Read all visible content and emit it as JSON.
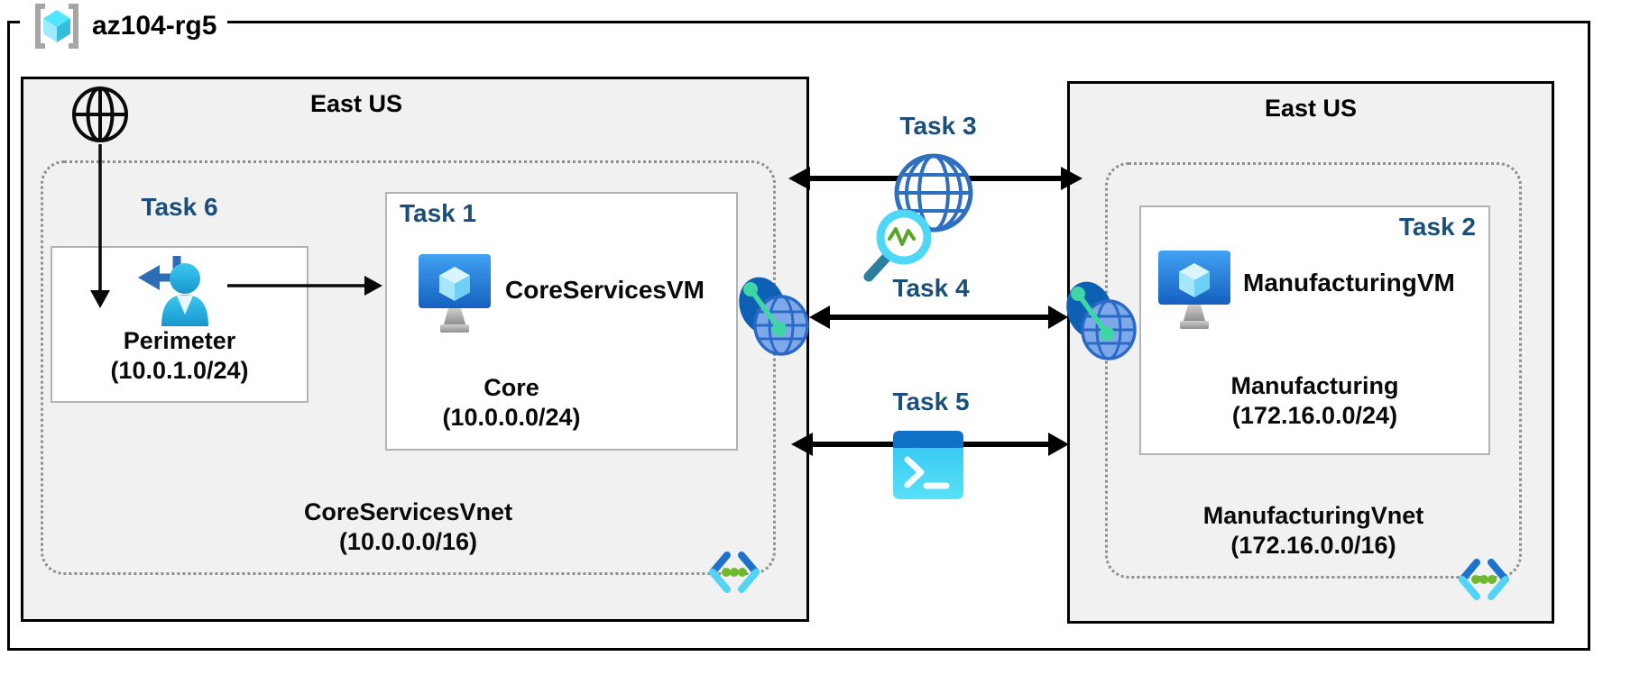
{
  "resource_group": {
    "name": "az104-rg5"
  },
  "regions": {
    "left": {
      "location": "East US",
      "vnet_name": "CoreServicesVnet",
      "vnet_cidr": "(10.0.0.0/16)",
      "perimeter_subnet": {
        "task_label": "Task 6",
        "name": "Perimeter",
        "cidr": "(10.0.1.0/24)"
      },
      "core_subnet": {
        "task_label": "Task 1",
        "vm_name": "CoreServicesVM",
        "name": "Core",
        "cidr": "(10.0.0.0/24)"
      }
    },
    "right": {
      "location": "East US",
      "vnet_name": "ManufacturingVnet",
      "vnet_cidr": "(172.16.0.0/16)",
      "manufacturing_subnet": {
        "task_label": "Task 2",
        "vm_name": "ManufacturingVM",
        "name": "Manufacturing",
        "cidr": "(172.16.0.0/24)"
      }
    }
  },
  "connections": {
    "task3": {
      "label": "Task 3"
    },
    "task4": {
      "label": "Task 4"
    },
    "task5": {
      "label": "Task 5"
    }
  },
  "icons": {
    "resource_group": "resource-group-brackets-cube",
    "internet": "globe-wireframe",
    "perimeter_user": "user-sign-in",
    "virtual_machine": "vm-monitor-cube",
    "network_watcher": "globe-magnifier-pulse",
    "vnet_peering": "linked-globes",
    "cloud_shell": "powershell-window",
    "virtual_network": "angle-brackets-dots"
  },
  "colors": {
    "task_label": "#1b4e79",
    "azure_blue": "#0078d4",
    "cyan_accent": "#50e6ff",
    "green_dot": "#76bc2d",
    "mint_link": "#3fd6a6",
    "region_fill": "#f1f1f1"
  }
}
